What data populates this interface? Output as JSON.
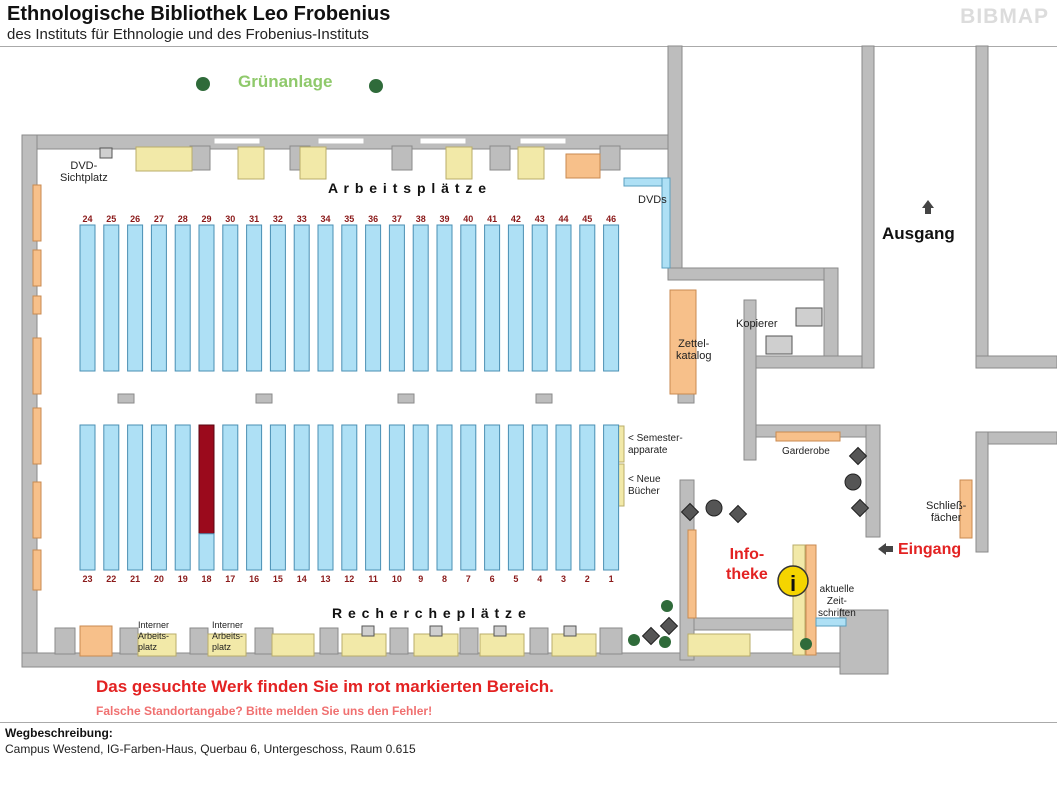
{
  "header": {
    "title": "Ethnologische Bibliothek Leo Frobenius",
    "subtitle": "des Instituts für Ethnologie und des Frobenius-Instituts",
    "brand": "BIBMAP"
  },
  "map": {
    "gruenanlage": "Grünanlage",
    "arbeitsplaetze": "A r b e i t s p l ä t z e",
    "recherche": "R e c h e r c h e p l ä t z e",
    "dvd_sicht": [
      "DVD-",
      "Sichtplatz"
    ],
    "dvds": "DVDs",
    "zettel": [
      "Zettel-",
      "katalog"
    ],
    "kopierer": "Kopierer",
    "ausgang": "Ausgang",
    "eingang": "Eingang",
    "semester": [
      "< Semester-",
      "apparate"
    ],
    "neue": [
      "< Neue",
      "Bücher"
    ],
    "garderobe": "Garderobe",
    "infothek": [
      "Info-",
      "theke"
    ],
    "zeitschriften": [
      "aktuelle",
      "Zeit-",
      "schriften"
    ],
    "schliess": [
      "Schließ-",
      "fächer"
    ],
    "interner": [
      "Interner",
      "Arbeits-",
      "platz"
    ],
    "top_shelves": [
      "24",
      "25",
      "26",
      "27",
      "28",
      "29",
      "30",
      "31",
      "32",
      "33",
      "34",
      "35",
      "36",
      "37",
      "38",
      "39",
      "40",
      "41",
      "42",
      "43",
      "44",
      "45",
      "46"
    ],
    "bottom_shelves": [
      "23",
      "22",
      "21",
      "20",
      "19",
      "18",
      "17",
      "16",
      "15",
      "14",
      "13",
      "12",
      "11",
      "10",
      "9",
      "8",
      "7",
      "6",
      "5",
      "4",
      "3",
      "2",
      "1"
    ],
    "highlighted_shelf": "18",
    "colors": {
      "wall": "#bdbdbd",
      "shelf": "#aee0f5",
      "highlight": "#9b0a1c",
      "desk": "#f2e9a8",
      "orange": "#f7c08a",
      "green_label": "#8fc96b",
      "red_label": "#e32222",
      "shelf_number": "#8b1a1a"
    }
  },
  "footer": {
    "notice": "Das gesuchte Werk finden Sie im rot markierten Bereich.",
    "error": "Falsche Standortangabe? Bitte melden Sie uns den Fehler!",
    "weg_title": "Wegbeschreibung:",
    "weg_value": "Campus Westend, IG-Farben-Haus, Querbau 6, Untergeschoss, Raum 0.615"
  }
}
